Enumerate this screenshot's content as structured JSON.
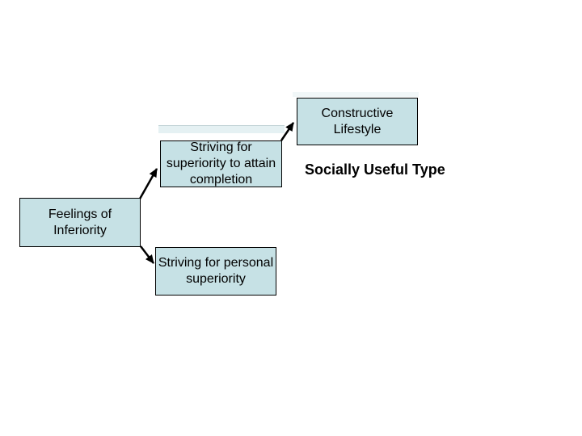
{
  "diagram": {
    "type": "flowchart",
    "background": "#ffffff",
    "box_fill": "#c6e1e5",
    "box_border": "#000000",
    "arrow_color": "#000000",
    "nodes": {
      "feelings": {
        "label": "Feelings of\nInferiority"
      },
      "striving_completion": {
        "label": "Striving for\nsuperiority to attain\ncompletion"
      },
      "striving_personal": {
        "label": "Striving for personal\nsuperiority"
      },
      "constructive": {
        "label": "Constructive\nLifestyle"
      }
    },
    "floating_label": "Socially Useful Type",
    "edges": [
      {
        "from": "feelings",
        "to": "striving_completion"
      },
      {
        "from": "feelings",
        "to": "striving_personal"
      },
      {
        "from": "striving_completion",
        "to": "constructive"
      }
    ]
  }
}
